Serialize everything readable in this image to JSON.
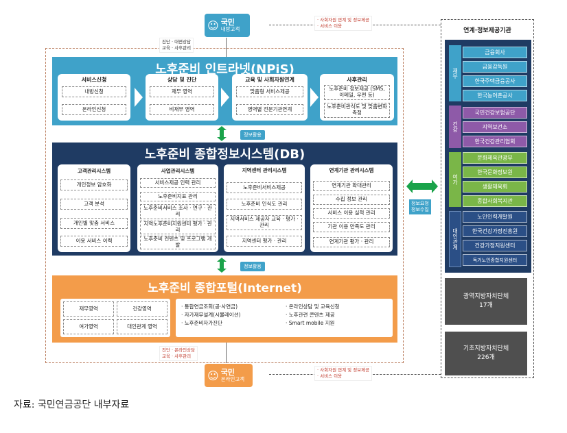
{
  "top_user": {
    "title": "국민",
    "subtitle": "내방고객"
  },
  "bottom_user": {
    "title": "국민",
    "subtitle": "온라인고객"
  },
  "top_left_note": [
    "진단 · 대면상담",
    "교육 · 사후관리"
  ],
  "top_right_note": [
    "· 사회자원 연계 및 정보제공",
    "· 서비스 이용"
  ],
  "bottom_left_note": [
    "진단 · 온라인상담",
    "교육 · 사후관리"
  ],
  "bottom_right_note": [
    "· 사회자원 연계 및 정보제공",
    "· 서비스 이용"
  ],
  "npis": {
    "title": "노후준비 인트라넷(NPiS)",
    "stages": [
      {
        "title": "서비스신청",
        "items": [
          "내방신청",
          "온라인신청"
        ]
      },
      {
        "title": "상담 및 진단",
        "items": [
          "재무 영역",
          "비재무 영역"
        ]
      },
      {
        "title": "교육 및 사회자원연계",
        "items": [
          "맞춤형 서비스제공",
          "영역별 전문기관연계"
        ]
      },
      {
        "title": "사후관리",
        "items": [
          "노후준비 정보제공 (SMS, 이메일, 우편 등)",
          "노후준비관식도 및 맞춤변화측정"
        ]
      }
    ]
  },
  "info_use_label_1": "정보활용",
  "info_use_label_2": "정보활용",
  "db": {
    "title": "노후준비 종합정보시스템(DB)",
    "columns": [
      {
        "title": "고객관리시스템",
        "items": [
          "개인정보 암호화",
          "고객 분석",
          "개인별 맞춤 서비스",
          "이용 서비스 이력"
        ]
      },
      {
        "title": "사업관리시스템",
        "items": [
          "서비스제공 인력 관리",
          "노후준비지표 관리",
          "노후준비서비스 조사 · 연구 · 관리",
          "지역노후준비지원센터 평가 · 관리",
          "노후준비 컨텐츠 및 프로그램 개발"
        ]
      },
      {
        "title": "지역센터 관리시스템",
        "items": [
          "노후준비서비스제공",
          "노후준비 인식도 관리",
          "지역서비스 제공자 교육 · 평가 · 관리",
          "지역센터 평가 · 관리"
        ]
      },
      {
        "title": "연계기관 관리시스템",
        "items": [
          "연계기관 확대관리",
          "수집 정보 관리",
          "서비스 이용 실적 관리",
          "기관 이용 만족도 관리",
          "연계기관 평가 · 관리"
        ]
      }
    ]
  },
  "info_exchange_label": [
    "정보요청",
    "정보수집"
  ],
  "portal": {
    "title": "노후준비 종합포털(Internet)",
    "areas": [
      "재무영역",
      "건강영역",
      "여가영역",
      "대인관계 영역"
    ],
    "services_left": [
      "· 통합연금조회(공·사연금)",
      "· 자가재무설계(시뮬레이션)",
      "· 노후준비자가진단"
    ],
    "services_right": [
      "· 온라인상담 및 교육신청",
      "· 노후관련 콘텐츠 제공",
      "· Smart mobile 지원"
    ]
  },
  "partners": {
    "title": "연계·정보제공기관",
    "groups": [
      {
        "name": "재무",
        "color": "#3fa2c9",
        "items": [
          "금융회사",
          "금융감독원",
          "한국주택금융공사",
          "한국농어촌공사"
        ]
      },
      {
        "name": "건강",
        "color": "#8e5aa8",
        "items": [
          "국민건강보험공단",
          "지역보건소",
          "한국건강관리협회"
        ]
      },
      {
        "name": "여가",
        "color": "#7ab648",
        "items": [
          "문화체육관광부",
          "한국문화정보원",
          "생활체육회",
          "종합사회복지관"
        ]
      },
      {
        "name": "대인관계",
        "color": "#2b4f86",
        "items": [
          "노인인력개발원",
          "한국건강가정진흥원",
          "건강가정지원센터",
          "독거노인종합지원센터"
        ]
      }
    ],
    "regional": {
      "name": "광역지방자치단체",
      "count": "17개"
    },
    "local": {
      "name": "기초지방자치단체",
      "count": "226개"
    }
  },
  "caption": "자료: 국민연금공단 내부자료"
}
